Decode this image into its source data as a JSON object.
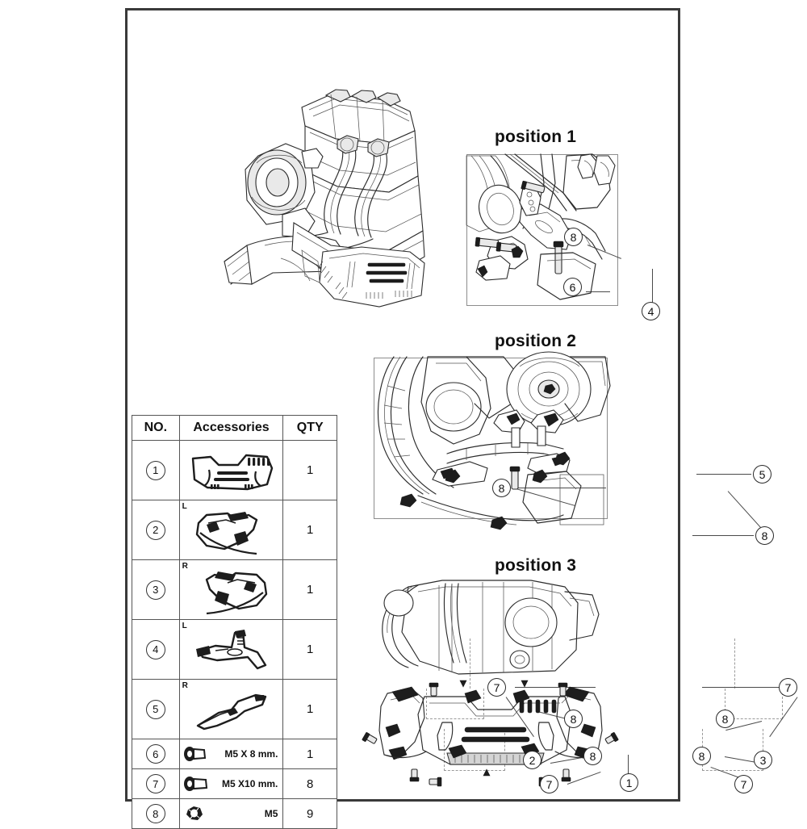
{
  "document": {
    "type": "parts-installation-diagram",
    "subject": "motorcycle engine skid plate / bash plate kit"
  },
  "table": {
    "headers": {
      "no": "NO.",
      "accessories": "Accessories",
      "qty": "QTY"
    },
    "rows": [
      {
        "no": "1",
        "side": "",
        "label": "",
        "qty": "1",
        "icon": "skid-plate"
      },
      {
        "no": "2",
        "side": "L",
        "label": "",
        "qty": "1",
        "icon": "side-guard-left"
      },
      {
        "no": "3",
        "side": "R",
        "label": "",
        "qty": "1",
        "icon": "side-guard-right"
      },
      {
        "no": "4",
        "side": "L",
        "label": "",
        "qty": "1",
        "icon": "bracket-left"
      },
      {
        "no": "5",
        "side": "R",
        "label": "",
        "qty": "1",
        "icon": "bracket-right"
      },
      {
        "no": "6",
        "side": "",
        "label": "M5 X 8 mm.",
        "qty": "1",
        "icon": "bolt"
      },
      {
        "no": "7",
        "side": "",
        "label": "M5 X10 mm.",
        "qty": "8",
        "icon": "bolt"
      },
      {
        "no": "8",
        "side": "",
        "label": "M5",
        "qty": "9",
        "icon": "nut"
      }
    ]
  },
  "positions": [
    {
      "title": "position 1",
      "callouts": [
        "8",
        "6",
        "4"
      ]
    },
    {
      "title": "position 2",
      "callouts": [
        "8",
        "5",
        "8"
      ]
    },
    {
      "title": "position 3",
      "callouts": [
        "7",
        "7",
        "8",
        "8",
        "2",
        "3",
        "7",
        "7",
        "1"
      ]
    }
  ],
  "main_illustration": {
    "name": "engine-assembly-overview",
    "callouts": []
  },
  "colors": {
    "border": "#3a3a3a",
    "line": "#2b2b2b",
    "leader": "#4a4a4a",
    "text": "#111111",
    "background": "#ffffff"
  }
}
